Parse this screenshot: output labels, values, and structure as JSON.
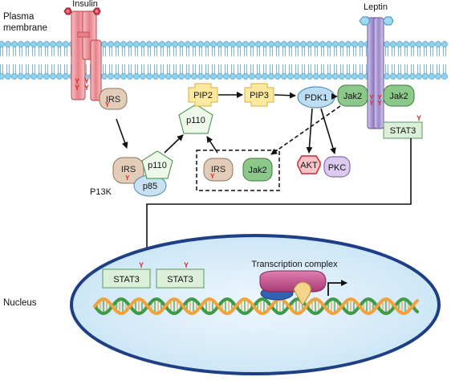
{
  "labels": {
    "plasma_line1": "Plasma",
    "plasma_line2": "membrane",
    "insulin": "Insulin",
    "leptin": "Leptin",
    "irs_receptor": "IRS",
    "irs_pi3k": "IRS",
    "irs_box": "IRS",
    "p110_complex": "p110",
    "p110_membrane": "p110",
    "p85": "p85",
    "pi3k": "P13K",
    "pip2": "PIP2",
    "pip3": "PIP3",
    "pdk1": "PDK1",
    "jak2_left": "Jak2",
    "jak2_right": "Jak2",
    "jak2_box": "Jak2",
    "stat3_membrane": "STAT3",
    "akt": "AKT",
    "pkc": "PKC",
    "stat3_a": "STAT3",
    "stat3_b": "STAT3",
    "transcription_complex": "Transcription complex",
    "nucleus": "Nucleus",
    "phospho_symbol": "Y"
  },
  "colors": {
    "membrane_head": "#8fd0ec",
    "membrane_head_stroke": "#4a9cc4",
    "membrane_tail": "#7fb8d4",
    "insulin_receptor": "#f2a3a8",
    "insulin_receptor_stroke": "#b8434c",
    "insulin_ligand": "#d93a4a",
    "leptin_receptor": "#b9a7dc",
    "leptin_receptor_stroke": "#6a55a0",
    "leptin_ligand": "#9fd8ef",
    "irs": "#e3cdb8",
    "pentagon_fill": "#eef8ea",
    "pentagon_stroke": "#3c8a3c",
    "p85": "#c8e2f3",
    "pip": "#fce9a0",
    "pip_stroke": "#d9b23c",
    "pdk1": "#bdddf3",
    "jak2": "#8cc88a",
    "jak2_stroke": "#3d7a3b",
    "stat3_fill": "#dcefd9",
    "stat3_stroke": "#5a9a5a",
    "akt_fill": "#f7c3c6",
    "akt_stroke": "#cc2a36",
    "pkc": "#dccbef",
    "phospho": "#d12e2e",
    "nucleus_fill": "#d9edf9",
    "nucleus_stroke": "#1e3f86",
    "dna_orange": "#f2a23a",
    "dna_green": "#3f9a47",
    "transcription_magenta": "#c4508a",
    "transcription_blue": "#2f62b0",
    "transcription_yellow": "#f3d48a"
  }
}
